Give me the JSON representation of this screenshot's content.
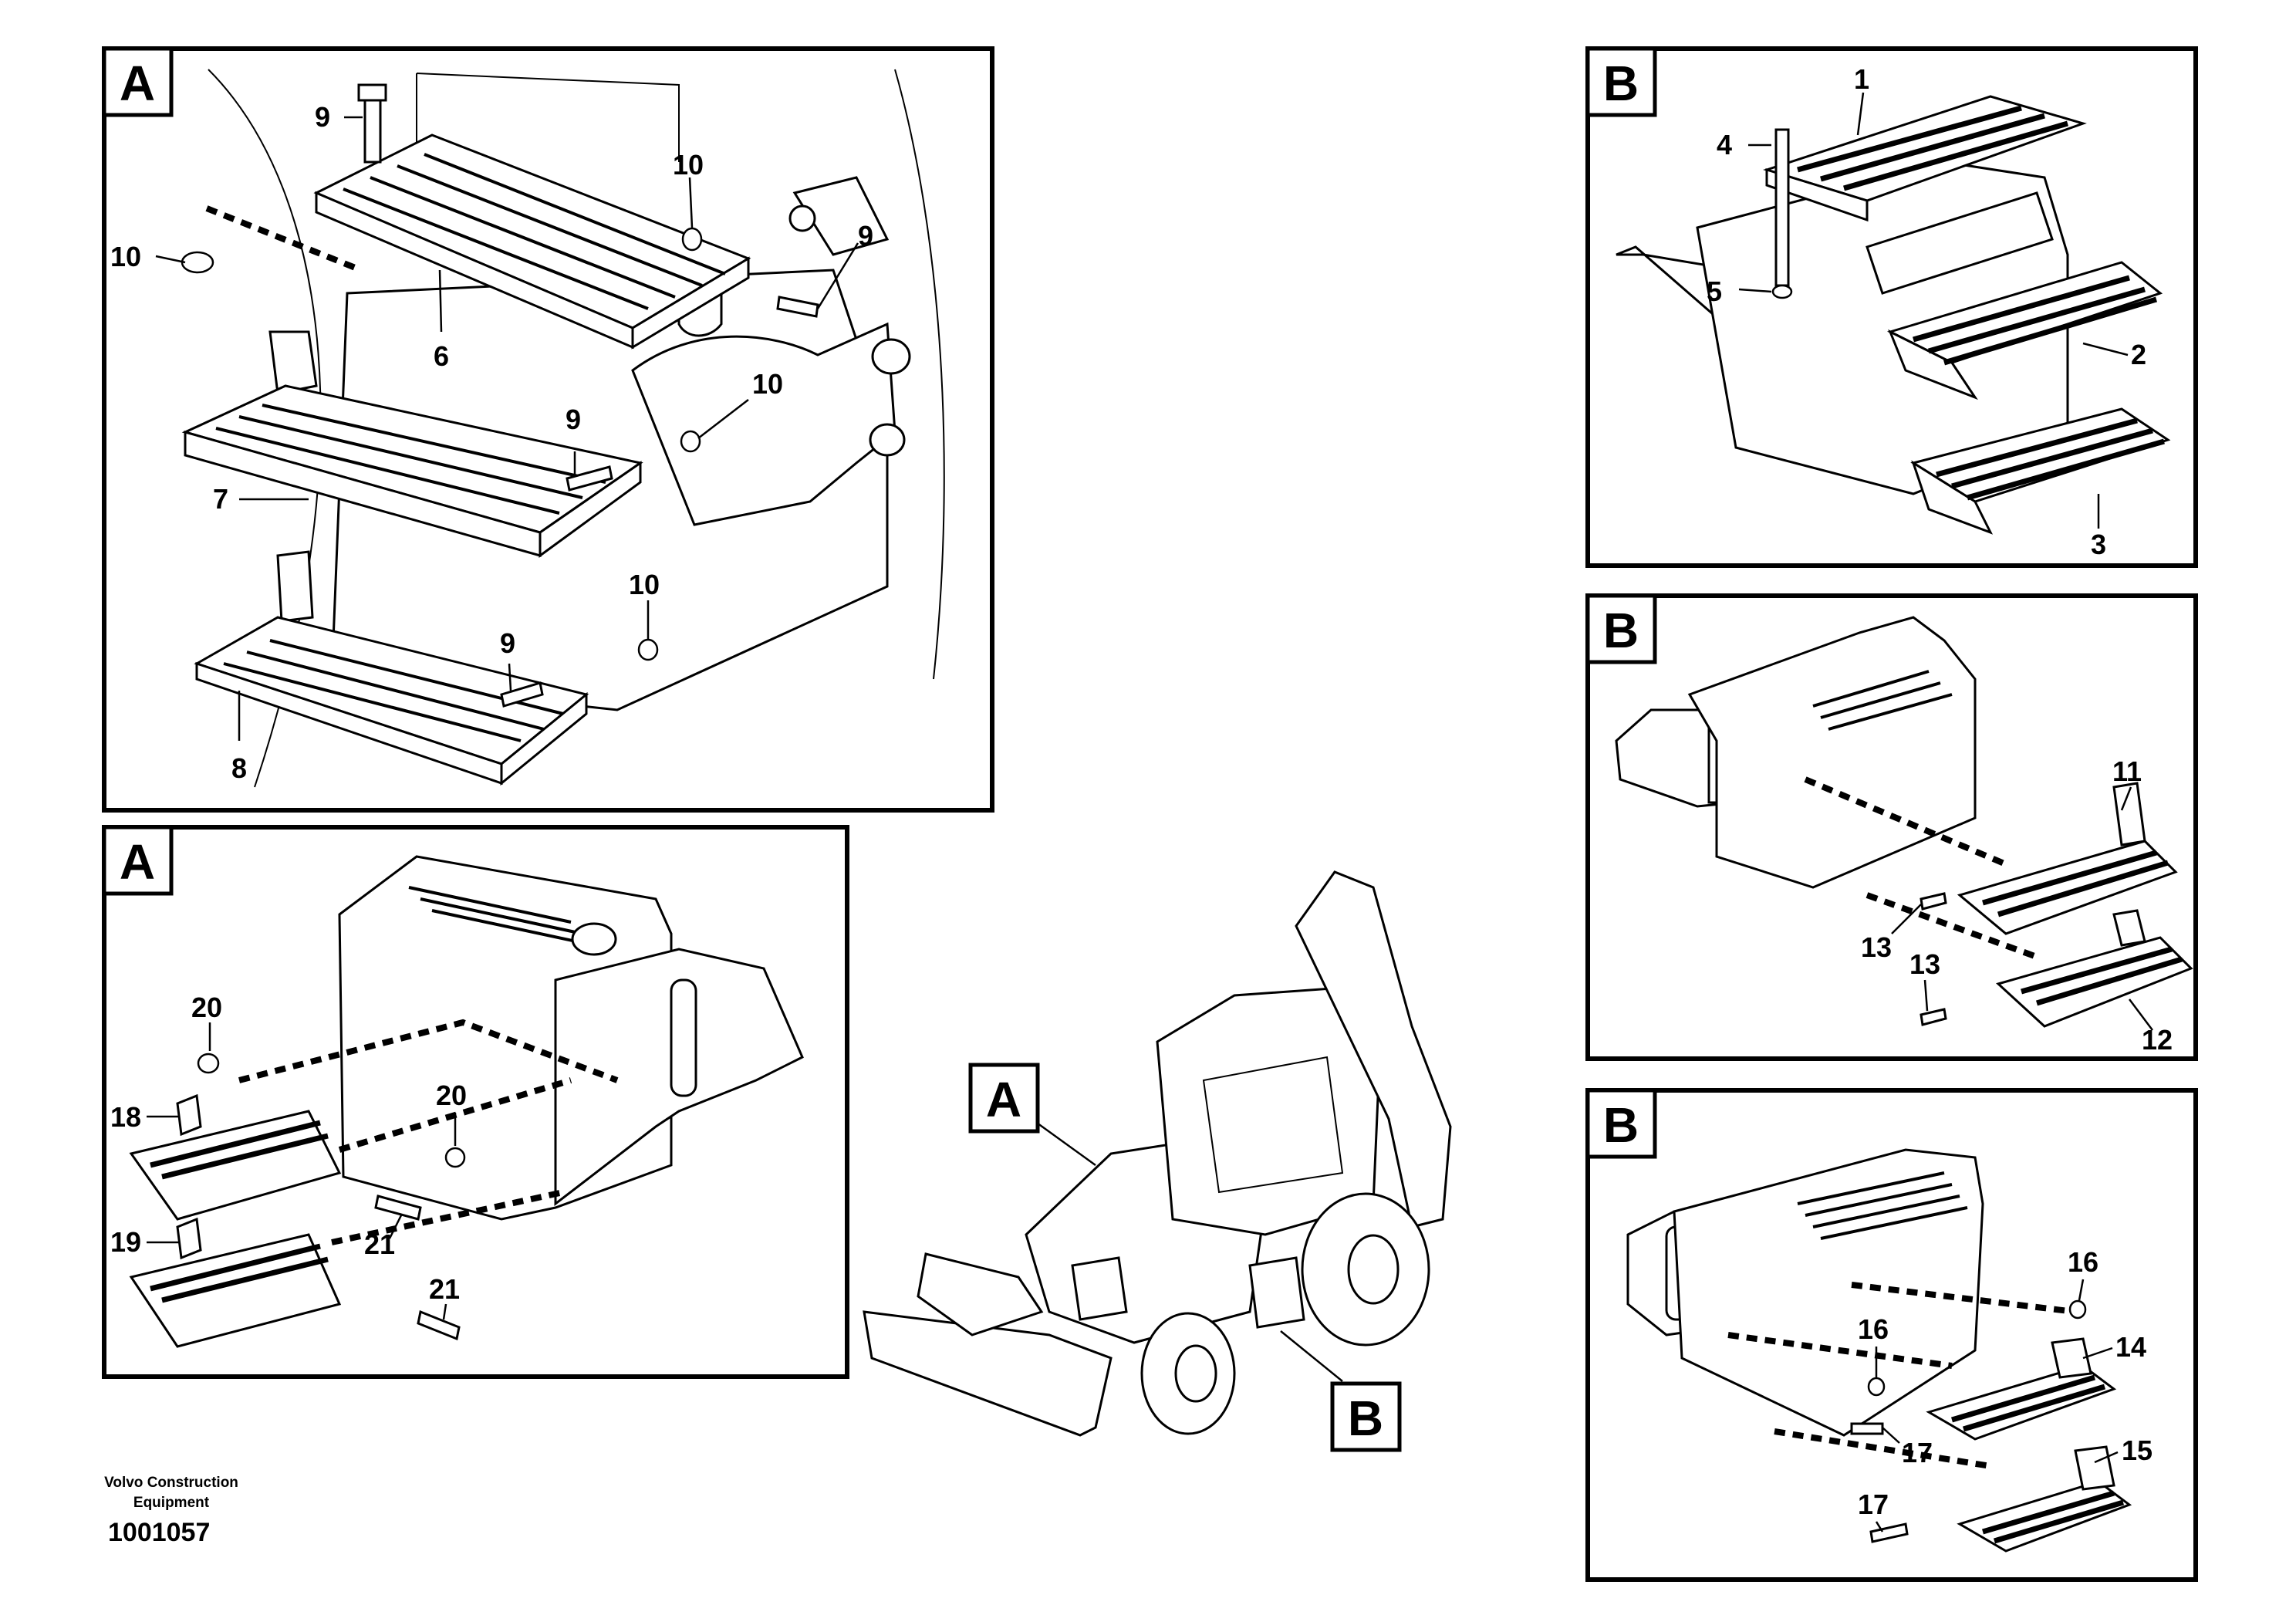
{
  "panels": [
    {
      "id": "panel-a-top",
      "label": "A",
      "callouts": [
        "9",
        "10",
        "10",
        "9",
        "6",
        "10",
        "9",
        "7",
        "10",
        "9",
        "8"
      ]
    },
    {
      "id": "panel-b-top",
      "label": "B",
      "callouts": [
        "1",
        "4",
        "5",
        "2",
        "3"
      ]
    },
    {
      "id": "panel-b-mid",
      "label": "B",
      "callouts": [
        "11",
        "13",
        "13",
        "12"
      ]
    },
    {
      "id": "panel-a-bottom",
      "label": "A",
      "callouts": [
        "20",
        "18",
        "20",
        "21",
        "19",
        "21"
      ]
    },
    {
      "id": "panel-b-bottom",
      "label": "B",
      "callouts": [
        "16",
        "14",
        "16",
        "17",
        "15",
        "17"
      ]
    }
  ],
  "overview": {
    "tag_a": "A",
    "tag_b": "B"
  },
  "footer": {
    "company_line1": "Volvo Construction",
    "company_line2": "Equipment",
    "drawing_number": "1001057"
  }
}
